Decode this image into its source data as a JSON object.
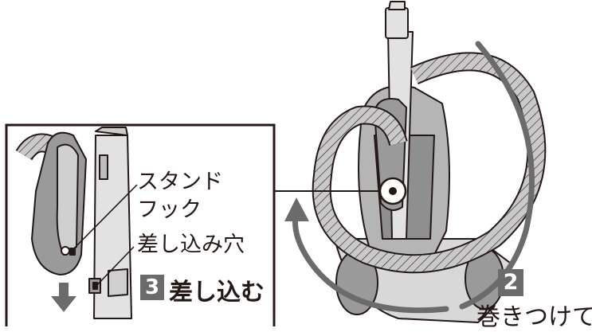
{
  "labels": {
    "stand_hook": [
      "スタンド",
      "フック"
    ],
    "insert_hole": "差し込み穴"
  },
  "steps": {
    "step3": {
      "number": "3",
      "text": "差し込む"
    },
    "step2": {
      "number": "2",
      "text": "巻きつけて"
    }
  },
  "colors": {
    "line": "#231815",
    "arrow_gray": "#6b6b6b",
    "hose_fill": "#c9c9c9",
    "body_fill": "#9a9a9a",
    "badge_bg": "#6b6b6b"
  }
}
